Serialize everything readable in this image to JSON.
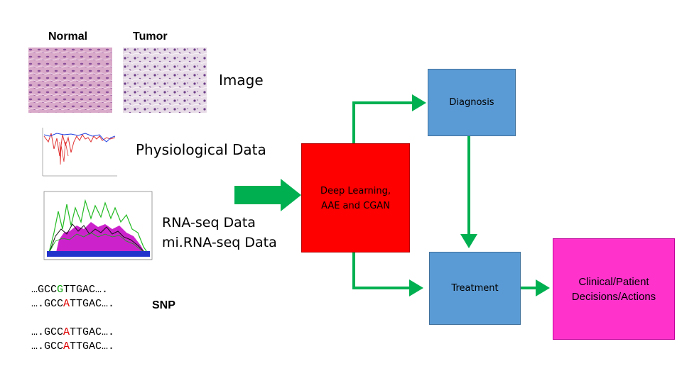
{
  "labels": {
    "normal": "Normal",
    "tumor": "Tumor",
    "image": "Image",
    "physiological": "Physiological Data",
    "rnaseq_line1": "RNA-seq Data",
    "rnaseq_line2": "mi.RNA-seq Data",
    "snp": "SNP"
  },
  "boxes": {
    "diagnosis": "Diagnosis",
    "deep_learning_line1": "Deep Learning,",
    "deep_learning_line2": "AAE and CGAN",
    "treatment": "Treatment",
    "clinical_line1": "Clinical/Patient",
    "clinical_line2": "Decisions/Actions"
  },
  "sequences": [
    {
      "pre": "…GCC",
      "mut": "G",
      "post": "TTGAC…."
    },
    {
      "pre": "….GCC",
      "mut": "A",
      "post": "TTGAC…."
    },
    {
      "pre": "….GCC",
      "mut": "A",
      "post": "TTGAC…."
    },
    {
      "pre": "….GCC",
      "mut": "A",
      "post": "TTGAC…."
    }
  ],
  "colors": {
    "diagnosis_fill": "#5b9bd5",
    "treatment_fill": "#5b9bd5",
    "deep_learning_fill": "#ff0000",
    "clinical_fill": "#ff33cc",
    "arrow": "#00b050",
    "mutation_g": "#00a000",
    "mutation_a": "#e00000"
  },
  "icons": {
    "normal_tissue": "histology-image",
    "tumor_tissue": "histology-image",
    "physiological_plot": "signal-line-plot",
    "rnaseq_plot": "coverage-line-plot"
  }
}
